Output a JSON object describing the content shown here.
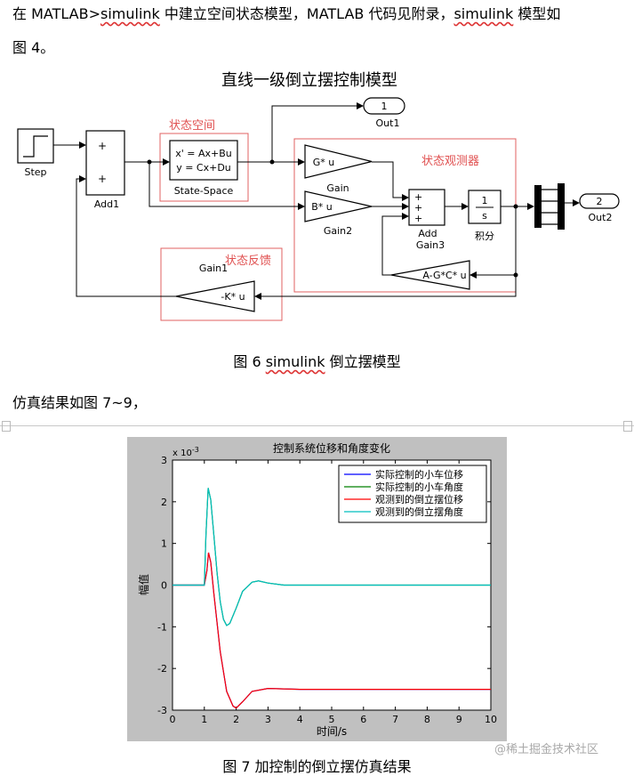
{
  "document": {
    "para1_a": "在 MATLAB>",
    "para1_b": "simulink",
    "para1_c": " 中建立空间状态模型，MATLAB 代码见附录，",
    "para1_d": "simulink",
    "para1_e": " 模型如",
    "para2": "图 4。",
    "caption6_a": "图 6 ",
    "caption6_b": "simulink",
    "caption6_c": " 倒立摆模型",
    "para3": "仿真结果如图 7~9，",
    "caption7": "图 7  加控制的倒立摆仿真结果",
    "watermark": "@稀土掘金技术社区"
  },
  "diagram": {
    "title": "直线一级倒立摆控制模型",
    "step_label": "Step",
    "add1_label": "Add1",
    "add1_signs": [
      "+",
      "+"
    ],
    "state_space_group": "状态空间",
    "ss_eq1": "x' = Ax+Bu",
    "ss_eq2": "y = Cx+Du",
    "ss_label": "State-Space",
    "out1_port": "1",
    "out1_label": "Out1",
    "observer_group": "状态观测器",
    "g_gain": "G* u",
    "g_label": "Gain",
    "b_gain": "B* u",
    "b_label": "Gain2",
    "add_signs": [
      "+",
      "+",
      "+"
    ],
    "add_label": "Add",
    "add_gain3_label": "Gain3",
    "integrator_num": "1",
    "integrator_den": "s",
    "integrator_label": "积分",
    "out2_port": "2",
    "out2_label": "Out2",
    "agc_gain": "A-G*C* u",
    "feedback_group": "状态反馈",
    "k_gain_label": "Gain1",
    "k_gain": "-K* u"
  },
  "chart_data": {
    "type": "line",
    "title": "控制系统位移和角度变化",
    "xlabel": "时间/s",
    "ylabel": "幅值",
    "scale_note": "x 10",
    "scale_exp": "-3",
    "xlim": [
      0,
      10
    ],
    "ylim": [
      -3,
      3
    ],
    "xticks": [
      0,
      1,
      2,
      3,
      4,
      5,
      6,
      7,
      8,
      9,
      10
    ],
    "yticks": [
      3,
      2,
      1,
      0,
      -1,
      -2,
      -3
    ],
    "legend_position": "top-right",
    "series": [
      {
        "name": "实际控制的小车位移",
        "color": "#0000ff",
        "x": [
          0,
          1.0,
          1.08,
          1.13,
          1.2,
          1.3,
          1.5,
          1.7,
          1.9,
          2.0,
          2.2,
          2.5,
          3.0,
          4.0,
          5.0,
          10.0
        ],
        "y": [
          0,
          0,
          0.35,
          0.78,
          0.55,
          -0.2,
          -1.6,
          -2.55,
          -2.9,
          -2.95,
          -2.8,
          -2.55,
          -2.48,
          -2.5,
          -2.5,
          -2.5
        ]
      },
      {
        "name": "实际控制的小车角度",
        "color": "#008000",
        "x": [
          0,
          1.0,
          1.05,
          1.12,
          1.2,
          1.3,
          1.4,
          1.5,
          1.6,
          1.7,
          1.8,
          2.0,
          2.2,
          2.5,
          2.7,
          3.0,
          3.5,
          4.0,
          10.0
        ],
        "y": [
          0,
          0,
          1.2,
          2.33,
          2.05,
          1.2,
          0.3,
          -0.4,
          -0.82,
          -0.97,
          -0.92,
          -0.55,
          -0.15,
          0.07,
          0.1,
          0.05,
          0.0,
          0.0,
          0.0
        ]
      },
      {
        "name": "观测到的倒立摆位移",
        "color": "#ff0000",
        "x": [
          0,
          1.0,
          1.08,
          1.13,
          1.2,
          1.3,
          1.5,
          1.7,
          1.9,
          2.0,
          2.2,
          2.5,
          3.0,
          4.0,
          5.0,
          10.0
        ],
        "y": [
          0,
          0,
          0.35,
          0.78,
          0.55,
          -0.2,
          -1.6,
          -2.55,
          -2.9,
          -2.95,
          -2.8,
          -2.55,
          -2.48,
          -2.5,
          -2.5,
          -2.5
        ]
      },
      {
        "name": "观测到的倒立摆角度",
        "color": "#00bfbf",
        "x": [
          0,
          1.0,
          1.05,
          1.12,
          1.2,
          1.3,
          1.4,
          1.5,
          1.6,
          1.7,
          1.8,
          2.0,
          2.2,
          2.5,
          2.7,
          3.0,
          3.5,
          4.0,
          10.0
        ],
        "y": [
          0,
          0,
          1.2,
          2.33,
          2.05,
          1.2,
          0.3,
          -0.4,
          -0.82,
          -0.97,
          -0.92,
          -0.55,
          -0.15,
          0.07,
          0.1,
          0.05,
          0.0,
          0.0,
          0.0
        ]
      }
    ]
  }
}
